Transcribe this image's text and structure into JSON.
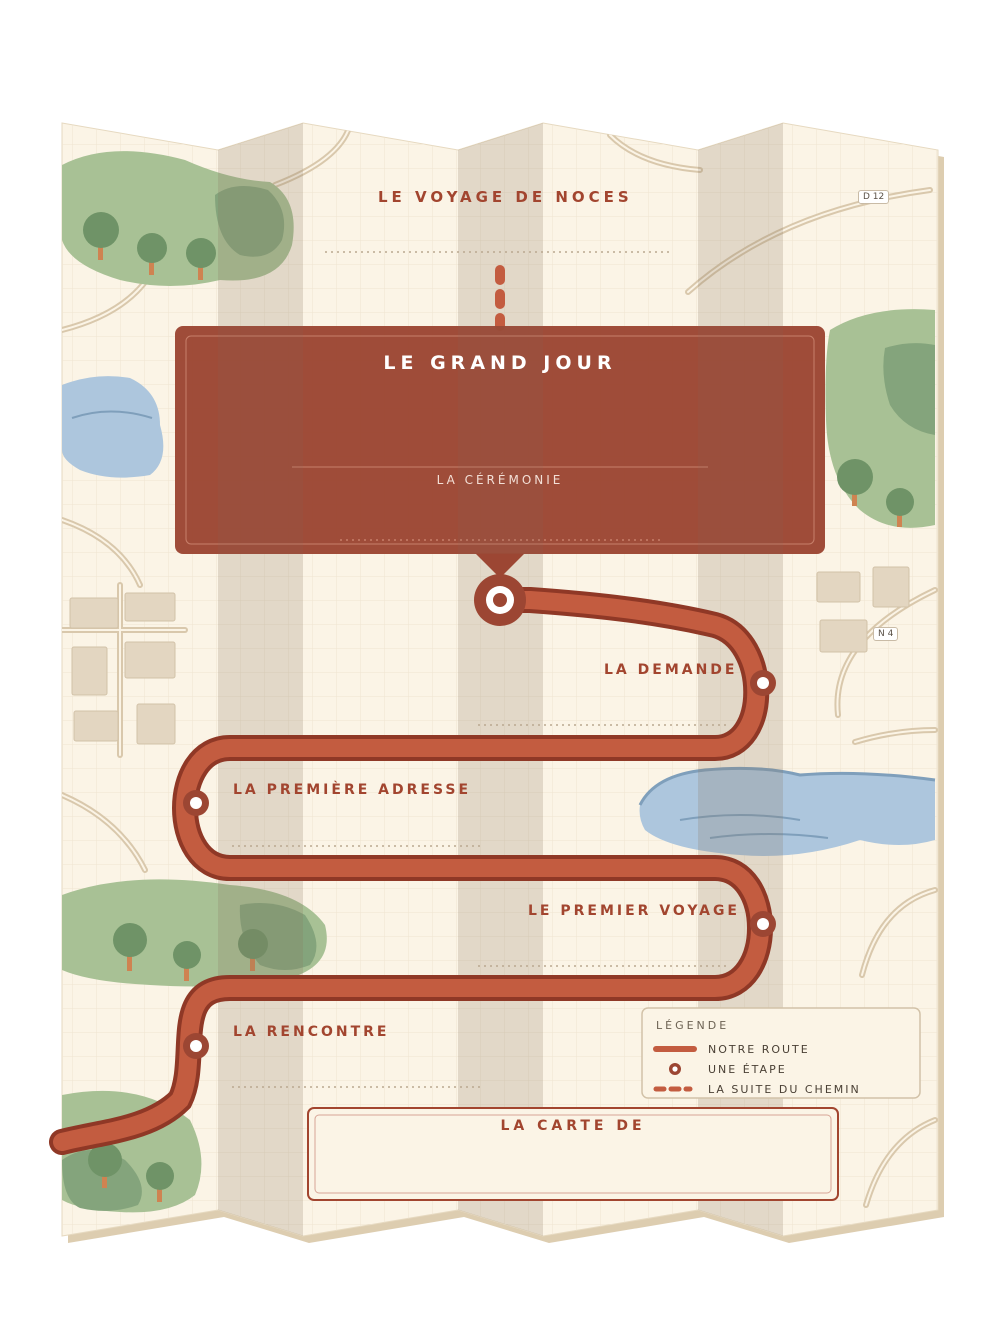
{
  "header": {
    "title": "LE VOYAGE DE NOCES"
  },
  "banner": {
    "title": "LE GRAND JOUR",
    "subtitle": "LA CÉRÉMONIE"
  },
  "stops": [
    {
      "label": "LA DEMANDE"
    },
    {
      "label": "LA PREMIÈRE ADRESSE"
    },
    {
      "label": "LE PREMIER VOYAGE"
    },
    {
      "label": "LA RENCONTRE"
    }
  ],
  "road_tags": [
    "D 12",
    "N 4"
  ],
  "legend": {
    "title": "LÉGENDE",
    "items": [
      {
        "label": "NOTRE ROUTE",
        "icon": "route-line-icon"
      },
      {
        "label": "UNE ÉTAPE",
        "icon": "stop-marker-icon"
      },
      {
        "label": "LA SUITE DU CHEMIN",
        "icon": "dashed-line-icon"
      }
    ]
  },
  "card": {
    "title": "LA CARTE DE"
  },
  "colors": {
    "paper": "#fbf4e6",
    "route": "#c35c40",
    "route_dark": "#8f3826",
    "banner": "#9c4633",
    "forest": "#a8c195",
    "water": "#adc6dd",
    "building": "#e3d6c1"
  }
}
